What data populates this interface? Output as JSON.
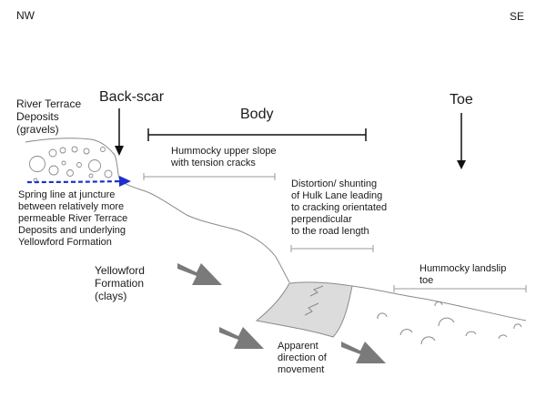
{
  "diagram": {
    "orientation": {
      "left": "NW",
      "right": "SE"
    },
    "zones": {
      "backscar": "Back-scar",
      "body": "Body",
      "toe": "Toe"
    },
    "labels": {
      "river_terrace": [
        "River Terrace",
        "Deposits",
        "(gravels)"
      ],
      "spring_line": [
        "Spring line at juncture",
        "between relatively more",
        "permeable River Terrace",
        "Deposits and underlying",
        "Yellowford Formation"
      ],
      "hummocky_upper": [
        "Hummocky upper slope",
        "with tension cracks"
      ],
      "distortion": [
        "Distortion/ shunting",
        "of Hulk Lane leading",
        "to cracking orientated",
        "perpendicular",
        "to the road length"
      ],
      "yellowford": [
        "Yellowford",
        "Formation",
        "(clays)"
      ],
      "hummocky_toe": [
        "Hummocky landslip",
        "toe"
      ],
      "movement": [
        "Apparent",
        "direction of",
        "movement"
      ]
    },
    "colors": {
      "line": "#8a8a8a",
      "text": "#1a1a1a",
      "arrow_fill": "#7a7a7a",
      "road_fill": "#dcdcdc",
      "spring_line": "#1f2fcc"
    }
  }
}
